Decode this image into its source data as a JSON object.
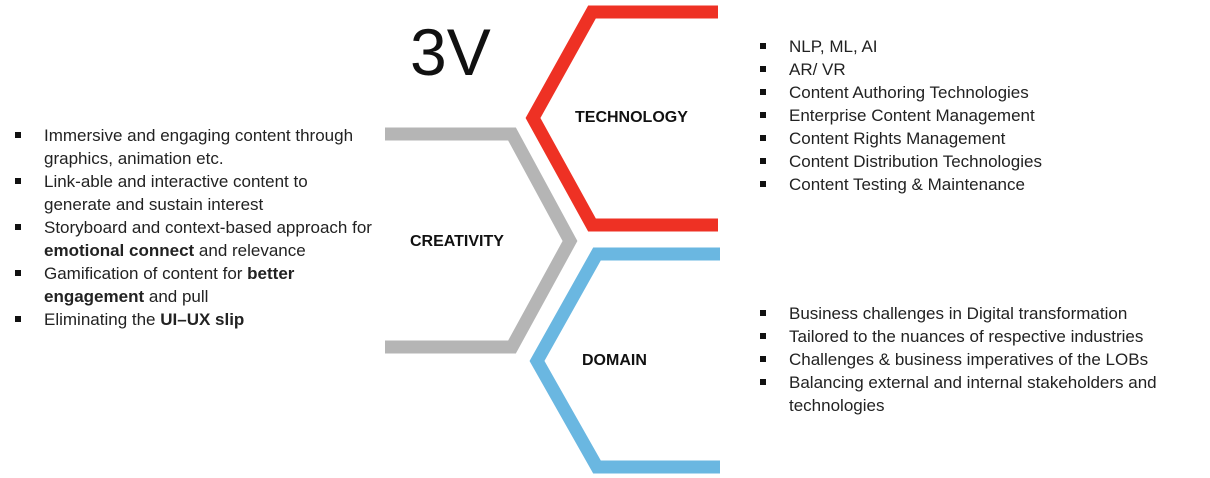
{
  "title": "3V",
  "colors": {
    "technology": "#ee3124",
    "creativity": "#b5b5b5",
    "domain": "#6ab7e1"
  },
  "labels": {
    "technology": "TECHNOLOGY",
    "creativity": "CREATIVITY",
    "domain": "DOMAIN"
  },
  "creativity_items": [
    [
      {
        "t": "Immersive and engaging content through graphics, animation etc.",
        "b": false
      }
    ],
    [
      {
        "t": "Link-able and interactive content to generate and sustain interest",
        "b": false
      }
    ],
    [
      {
        "t": "Storyboard and context-based approach for ",
        "b": false
      },
      {
        "t": "emotional connect",
        "b": true
      },
      {
        "t": " and relevance",
        "b": false
      }
    ],
    [
      {
        "t": "Gamification of content for ",
        "b": false
      },
      {
        "t": "better engagement",
        "b": true
      },
      {
        "t": " and pull",
        "b": false
      }
    ],
    [
      {
        "t": "Eliminating the ",
        "b": false
      },
      {
        "t": "UI–UX slip",
        "b": true
      }
    ]
  ],
  "technology_items": [
    "NLP, ML, AI",
    "AR/ VR",
    "Content Authoring Technologies",
    "Enterprise Content Management",
    "Content Rights Management",
    "Content Distribution Technologies",
    "Content Testing & Maintenance"
  ],
  "domain_items": [
    "Business challenges in Digital transformation",
    "Tailored to the nuances of respective industries",
    "Challenges & business imperatives of the LOBs",
    "Balancing external and internal stakeholders and technologies"
  ]
}
